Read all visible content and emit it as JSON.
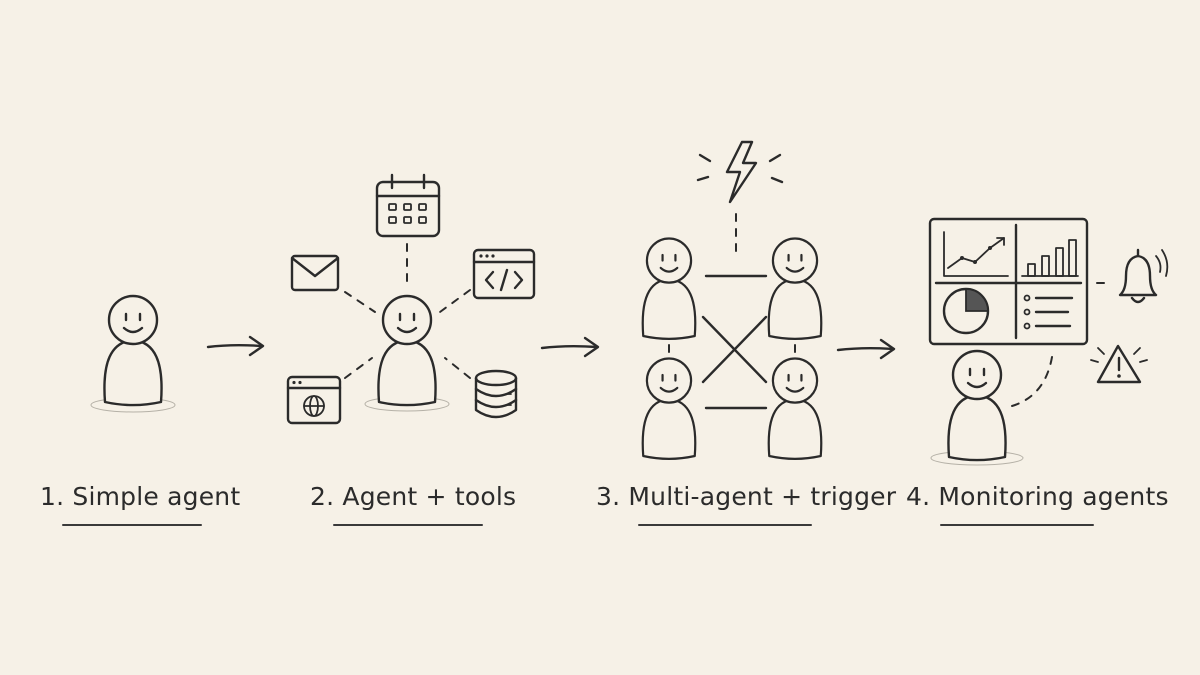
{
  "steps": [
    {
      "label": "1. Simple agent"
    },
    {
      "label": "2. Agent + tools"
    },
    {
      "label": "3. Multi-agent + trigger"
    },
    {
      "label": "4. Monitoring agents"
    }
  ],
  "icons": {
    "tools": [
      "calendar-icon",
      "mail-icon",
      "code-window-icon",
      "web-browser-icon",
      "database-icon"
    ],
    "trigger": "lightning-bolt-icon",
    "monitoring": [
      "dashboard-icon",
      "bell-icon",
      "warning-icon"
    ]
  },
  "colors": {
    "background": "#f6f1e7",
    "ink": "#2b2b2b"
  }
}
